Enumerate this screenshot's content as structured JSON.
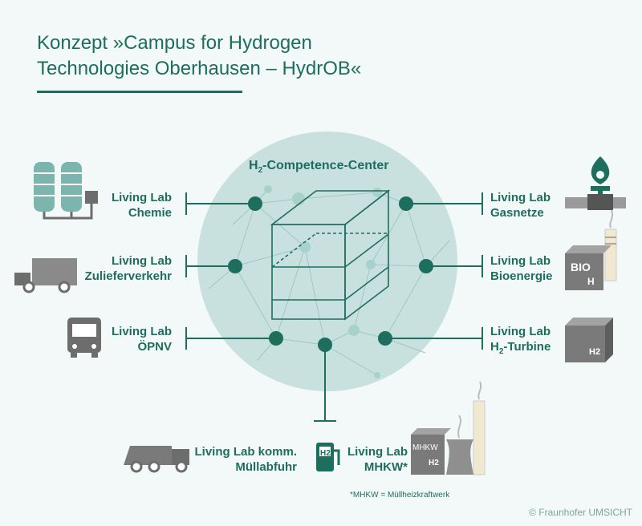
{
  "title": {
    "line1": "Konzept  »Campus for Hydrogen",
    "line2": "Technologies Oberhausen – HydrOB«"
  },
  "center": {
    "label_h": "H",
    "label_sub": "2",
    "label_rest": "-Competence-Center"
  },
  "labs": {
    "chemie": [
      "Living Lab",
      "Chemie"
    ],
    "zulieferverkehr": [
      "Living Lab",
      "Zulieferverkehr"
    ],
    "oepnv": [
      "Living Lab",
      "ÖPNV"
    ],
    "gasnetze": [
      "Living Lab",
      "Gasnetze"
    ],
    "bioenergie": [
      "Living Lab",
      "Bioenergie"
    ],
    "turbine": [
      "Living Lab",
      "H",
      "2",
      "-Turbine"
    ],
    "muell": [
      "Living Lab komm.",
      "Müllabfuhr"
    ],
    "mhkw": [
      "Living Lab",
      "MHKW*"
    ]
  },
  "icons": {
    "bio_text": "BIO",
    "mhkw_text": "MHKW",
    "h_text": "H",
    "h2_text": "H2",
    "fuel_h2": "H2"
  },
  "footnote": "*MHKW = Müllheizkraftwerk",
  "copyright": "© Fraunhofer UMSICHT",
  "colors": {
    "brand": "#1e6e5e",
    "circle": "#c7e0dd",
    "icon_gray": "#6d6d6d"
  }
}
